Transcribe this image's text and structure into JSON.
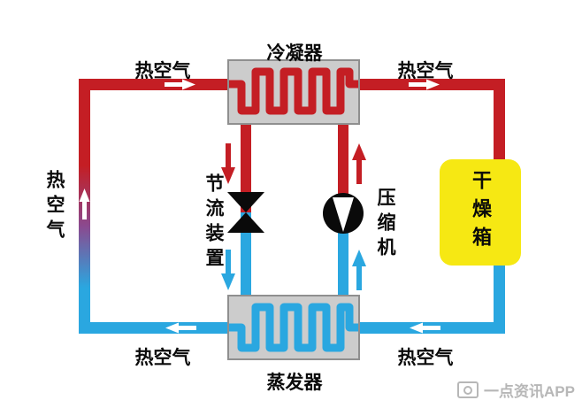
{
  "colors": {
    "hot": "#c41e24",
    "cold": "#2aa7e0",
    "purple": "#8a4a90",
    "metal": "#cccccc",
    "metalBorder": "#8f8f8f",
    "yellow": "#f6e813",
    "ink": "#0a0a0a",
    "watermark": "#b7b7b7"
  },
  "diagram": {
    "condenser": "冷凝器",
    "evaporator": "蒸发器",
    "throttle": "节流装置",
    "compressor": "压缩机",
    "drying_box": "干燥箱",
    "hot_air": [
      "热空气",
      "热空气",
      "热空气",
      "热空气",
      "热空气"
    ]
  },
  "watermark": {
    "text": "一点资讯APP"
  }
}
